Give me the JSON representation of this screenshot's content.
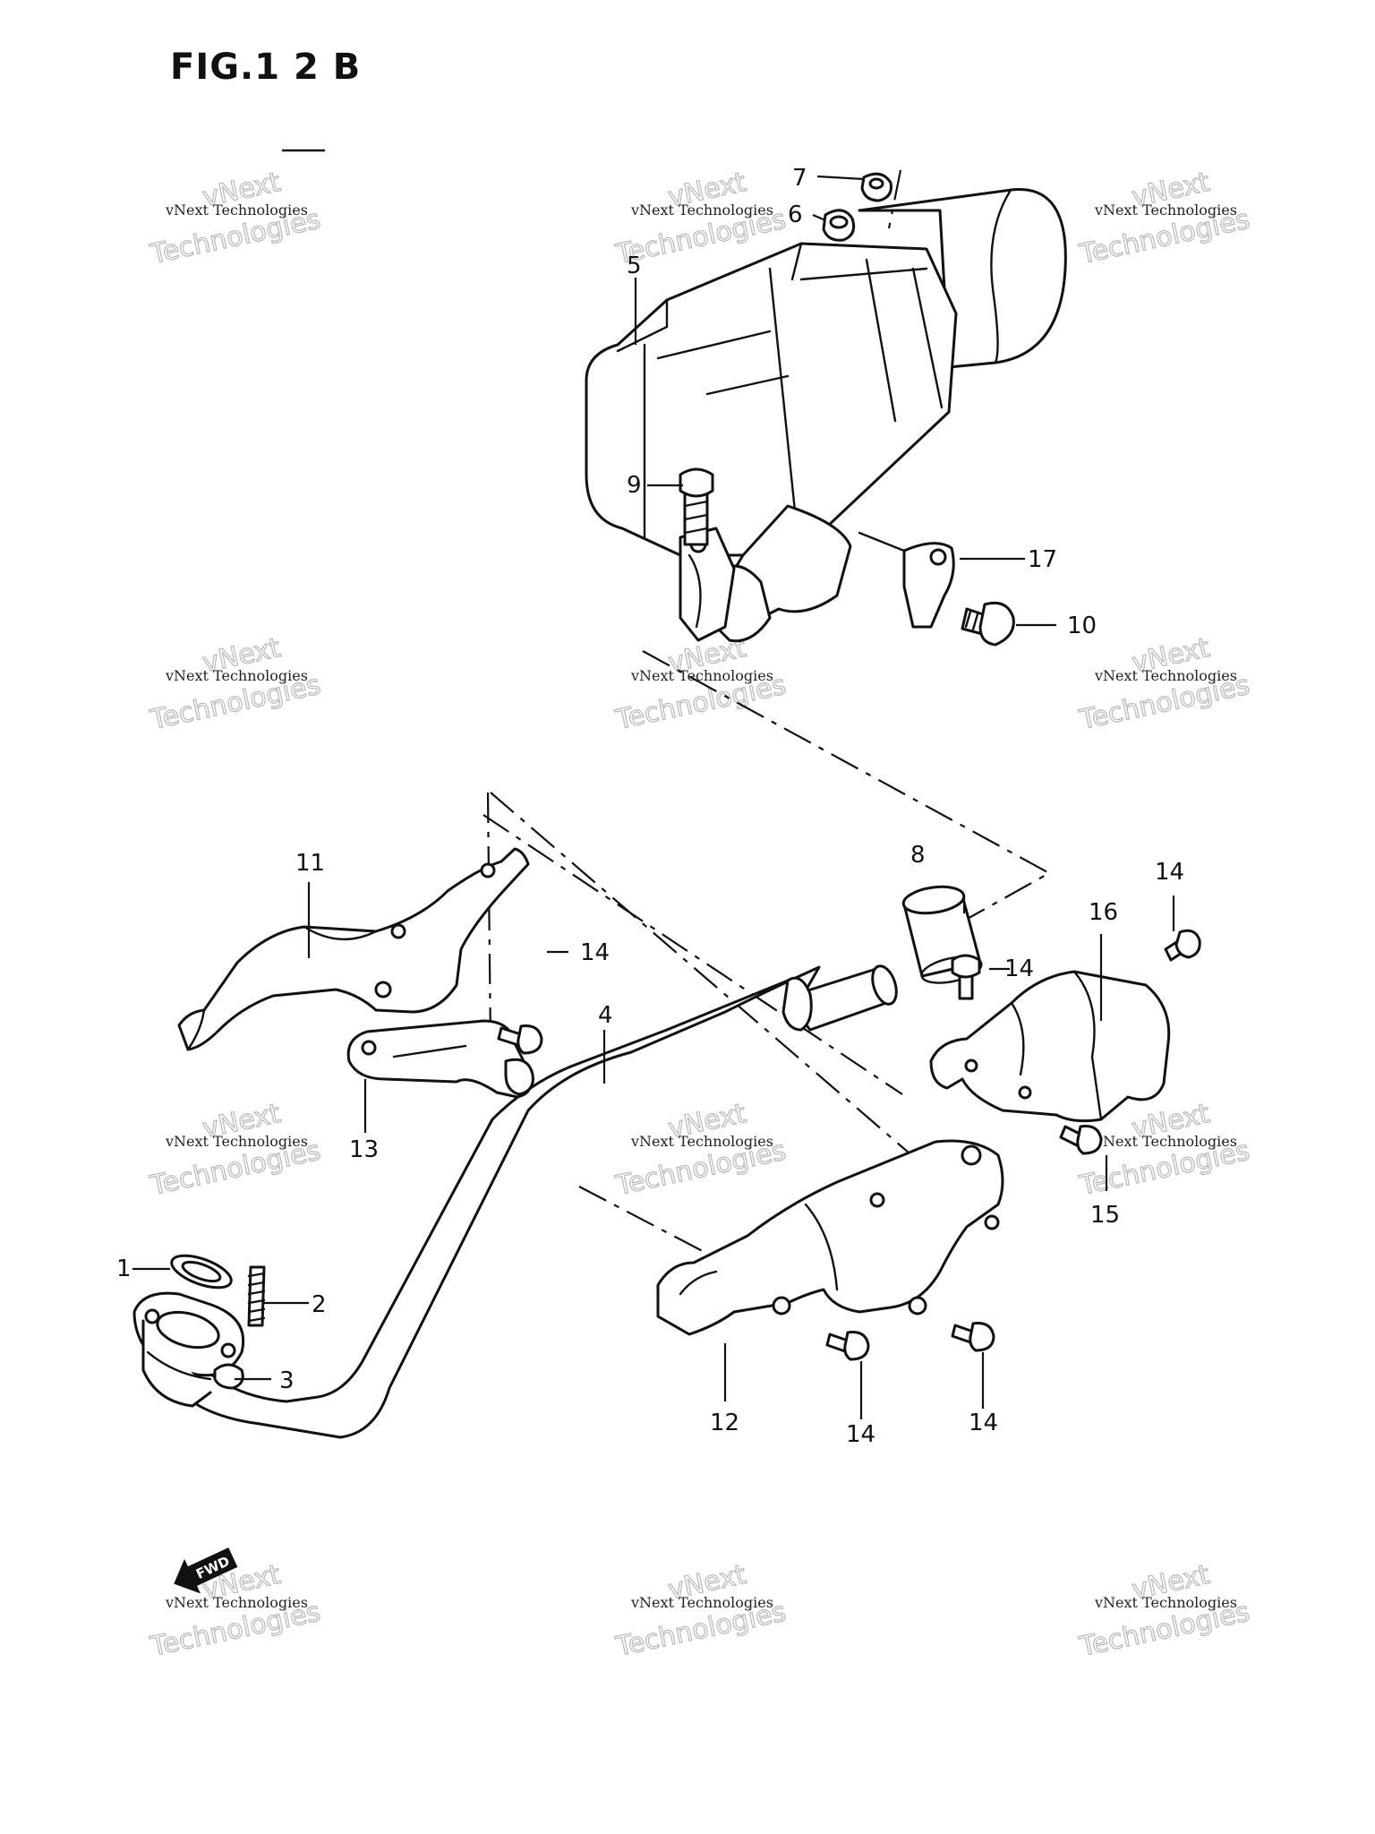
{
  "figure": {
    "title": "FIG.1 2 B",
    "fwd_label": "FWD"
  },
  "watermark": {
    "small": "vNext Technologies",
    "top_word": "vNext",
    "big": "Technologies"
  },
  "callouts": {
    "c1": "1",
    "c2": "2",
    "c3": "3",
    "c4": "4",
    "c5": "5",
    "c6": "6",
    "c7": "7",
    "c8": "8",
    "c9": "9",
    "c10": "10",
    "c11": "11",
    "c12": "12",
    "c13": "13",
    "c14a": "14",
    "c14b": "14",
    "c14c": "14",
    "c14d": "14",
    "c14e": "14",
    "c15": "15",
    "c16": "16",
    "c17": "17"
  }
}
